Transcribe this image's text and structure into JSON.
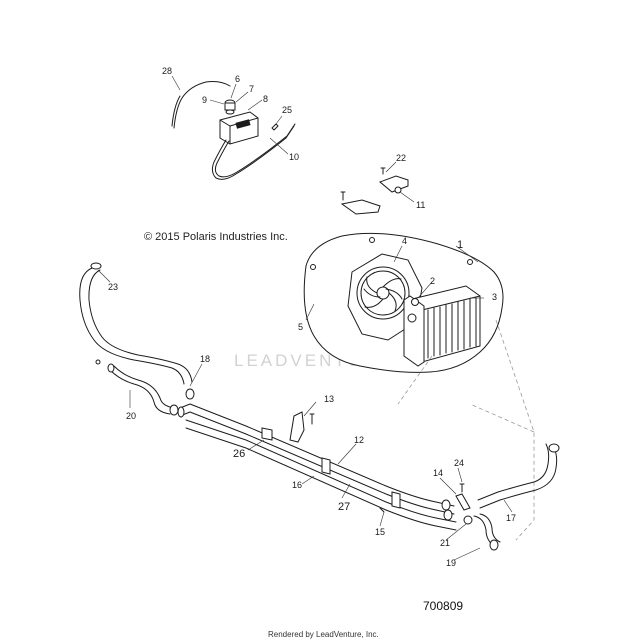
{
  "copyright": "© 2015 Polaris Industries Inc.",
  "watermark": "LEADVENTURE",
  "diagram_id": "700809",
  "footer": "Rendered by LeadVenture, Inc.",
  "callouts": {
    "c1": "1",
    "c2": "2",
    "c3": "3",
    "c4": "4",
    "c5": "5",
    "c6": "6",
    "c7": "7",
    "c8": "8",
    "c9": "9",
    "c10": "10",
    "c11": "11",
    "c12": "12",
    "c13": "13",
    "c14": "14",
    "c15": "15",
    "c16": "16",
    "c17": "17",
    "c18": "18",
    "c19": "19",
    "c20": "20",
    "c21": "21",
    "c22": "22",
    "c23": "23",
    "c24": "24",
    "c25": "25",
    "c26": "26",
    "c27": "27",
    "c28": "28"
  }
}
